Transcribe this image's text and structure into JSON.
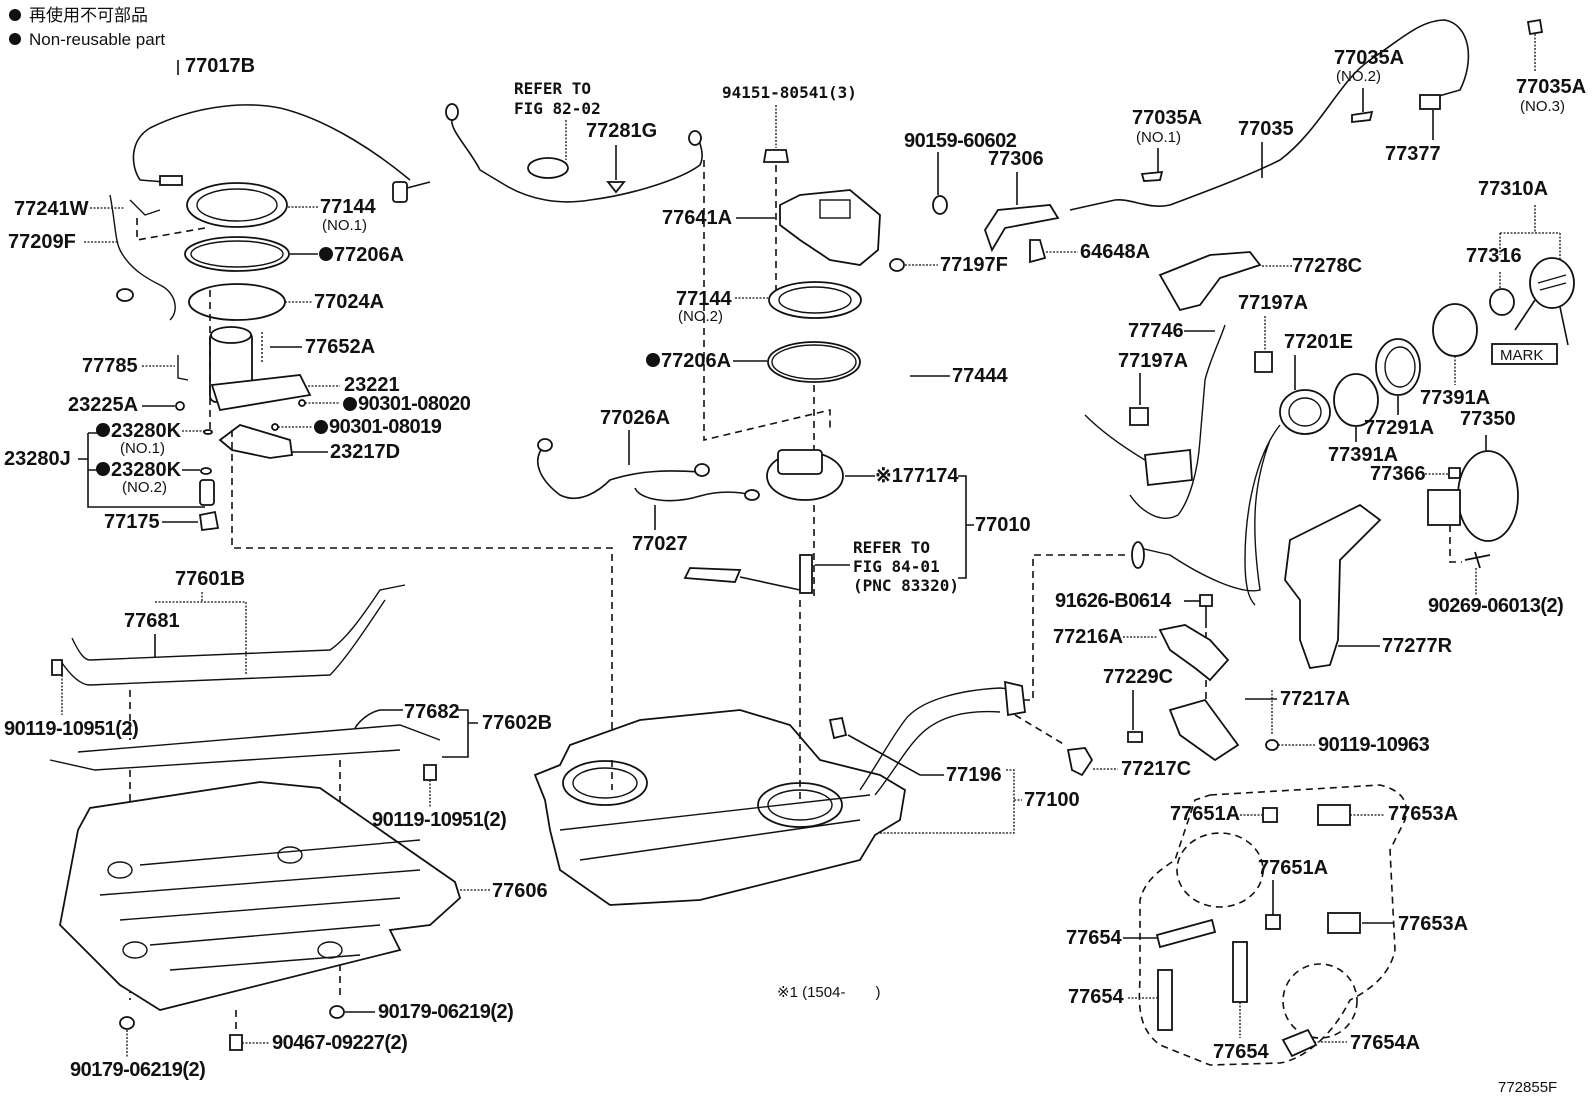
{
  "legend": {
    "line1": "再使用不可部品",
    "line2": "Non-reusable part",
    "bullet_icon": "filled-circle"
  },
  "footnote": "※1 (1504-　　)",
  "figure_id": "772855F",
  "refs": {
    "fig_82_02": [
      "REFER TO",
      "FIG 82-02"
    ],
    "fig_84_01": [
      "REFER TO",
      "FIG 84-01",
      "(PNC 83320)"
    ]
  },
  "mark_label": "MARK",
  "labels": {
    "p77017B": "77017B",
    "p77241W": "77241W",
    "p77209F": "77209F",
    "p77144_1": "77144",
    "p77144_1_sub": "(NO.1)",
    "p77206A_1": "77206A",
    "p77024A": "77024A",
    "p77652A": "77652A",
    "p77785": "77785",
    "p23221": "23221",
    "p23225A": "23225A",
    "p90301_08020": "90301-08020",
    "p90301_08019": "90301-08019",
    "p23280K_1": "23280K",
    "p23280K_1_sub": "(NO.1)",
    "p23280J": "23280J",
    "p23280K_2": "23280K",
    "p23280K_2_sub": "(NO.2)",
    "p23217D": "23217D",
    "p77175": "77175",
    "p77281G": "77281G",
    "p94151": "94151-80541(3)",
    "p77641A": "77641A",
    "p77144_2": "77144",
    "p77144_2_sub": "(NO.2)",
    "p77206A_2": "77206A",
    "p77026A": "77026A",
    "p77027": "77027",
    "p77174": "※177174",
    "p77010": "77010",
    "p77444": "77444",
    "p77197F": "77197F",
    "p90159": "90159-60602",
    "p77306": "77306",
    "p64648A": "64648A",
    "p77035A_1": "77035A",
    "p77035A_1_sub": "(NO.1)",
    "p77035": "77035",
    "p77035A_2": "77035A",
    "p77035A_2_sub": "(NO.2)",
    "p77377": "77377",
    "p77035A_3": "77035A",
    "p77035A_3_sub": "(NO.3)",
    "p77310A": "77310A",
    "p77316": "77316",
    "p77278C": "77278C",
    "p77197A_1": "77197A",
    "p77746": "77746",
    "p77197A_2": "77197A",
    "p77201E": "77201E",
    "p77391A_1": "77391A",
    "p77291A": "77291A",
    "p77391A_2": "77391A",
    "p77350": "77350",
    "p77366": "77366",
    "p90269": "90269-06013(2)",
    "p91626": "91626-B0614",
    "p77216A": "77216A",
    "p77229C": "77229C",
    "p77217A": "77217A",
    "p90119_10963": "90119-10963",
    "p77217C": "77217C",
    "p77277R": "77277R",
    "p77601B": "77601B",
    "p77681": "77681",
    "p90119_10951_a": "90119-10951(2)",
    "p77682": "77682",
    "p77602B": "77602B",
    "p90119_10951_b": "90119-10951(2)",
    "p77606": "77606",
    "p90179_a": "90179-06219(2)",
    "p90179_b": "90179-06219(2)",
    "p90467": "90467-09227(2)",
    "p77196": "77196",
    "p77100": "77100",
    "p77651A_1": "77651A",
    "p77651A_2": "77651A",
    "p77653A_1": "77653A",
    "p77653A_2": "77653A",
    "p77654_1": "77654",
    "p77654_2": "77654",
    "p77654_3": "77654",
    "p77654A": "77654A"
  }
}
